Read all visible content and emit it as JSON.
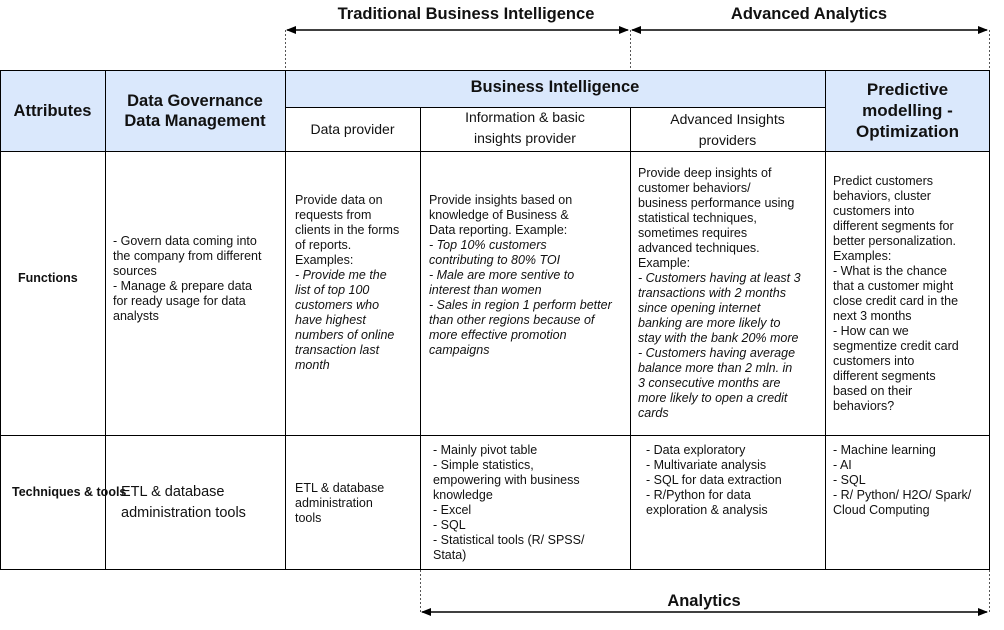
{
  "top_labels": {
    "traditional_bi": "Traditional Business Intelligence",
    "advanced_analytics": "Advanced Analytics",
    "analytics": "Analytics"
  },
  "colors": {
    "header_fill": "#dae8fc",
    "border": "#000000",
    "dashed": "#555555"
  },
  "headers": {
    "attributes": "Attributes",
    "governance": [
      "Data Governance",
      "Data Management"
    ],
    "business_intelligence": "Business Intelligence",
    "predictive": [
      "Predictive",
      "modelling -",
      "Optimization"
    ],
    "data_provider": "Data provider",
    "info_provider": [
      "Information & basic",
      "insights provider"
    ],
    "advanced_providers": [
      "Advanced Insights",
      "providers"
    ]
  },
  "rows": {
    "functions": {
      "label": "Functions",
      "governance": [
        {
          "t": "- Govern data coming into"
        },
        {
          "t": "the company from different"
        },
        {
          "t": "sources"
        },
        {
          "t": "- Manage & prepare data"
        },
        {
          "t": "for ready usage for data"
        },
        {
          "t": "analysts"
        }
      ],
      "data_provider": [
        {
          "t": "Provide data on"
        },
        {
          "t": "requests from"
        },
        {
          "t": "clients in the forms"
        },
        {
          "t": "of reports."
        },
        {
          "t": "Examples:"
        },
        {
          "t": "- Provide me the",
          "i": true
        },
        {
          "t": "list of top 100",
          "i": true
        },
        {
          "t": "customers who",
          "i": true
        },
        {
          "t": "have highest",
          "i": true
        },
        {
          "t": "numbers of online",
          "i": true
        },
        {
          "t": "transaction last",
          "i": true
        },
        {
          "t": "month",
          "i": true
        }
      ],
      "info_provider": [
        {
          "t": "Provide insights based on"
        },
        {
          "t": "knowledge of Business &"
        },
        {
          "t": "Data reporting. Example:"
        },
        {
          "t": "- Top 10% customers",
          "i": true
        },
        {
          "t": "contributing to 80% TOI",
          "i": true
        },
        {
          "t": "- Male are more sentive to",
          "i": true
        },
        {
          "t": "interest than women",
          "i": true
        },
        {
          "t": "- Sales in region 1 perform better",
          "i": true
        },
        {
          "t": "than other regions because of",
          "i": true
        },
        {
          "t": "more effective promotion",
          "i": true
        },
        {
          "t": "campaigns",
          "i": true
        }
      ],
      "advanced_providers": [
        {
          "t": "Provide deep insights of"
        },
        {
          "t": "customer behaviors/"
        },
        {
          "t": "business performance using"
        },
        {
          "t": "statistical techniques,"
        },
        {
          "t": "sometimes requires"
        },
        {
          "t": "advanced techniques."
        },
        {
          "t": "Example:"
        },
        {
          "t": "- Customers having at least 3",
          "i": true
        },
        {
          "t": "transactions with 2 months",
          "i": true
        },
        {
          "t": "since opening internet",
          "i": true
        },
        {
          "t": "banking are more likely to",
          "i": true
        },
        {
          "t": "stay with the bank 20% more",
          "i": true
        },
        {
          "t": "- Customers having average",
          "i": true
        },
        {
          "t": "balance more than 2 mln. in",
          "i": true
        },
        {
          "t": "3 consecutive months are",
          "i": true
        },
        {
          "t": "more likely to open a credit",
          "i": true
        },
        {
          "t": "cards",
          "i": true
        }
      ],
      "predictive": [
        {
          "t": "Predict customers"
        },
        {
          "t": "behaviors, cluster"
        },
        {
          "t": "customers into"
        },
        {
          "t": "different segments for"
        },
        {
          "t": "better personalization."
        },
        {
          "t": "Examples:"
        },
        {
          "t": "- What is the chance"
        },
        {
          "t": "that a customer might"
        },
        {
          "t": "close credit card in the"
        },
        {
          "t": "next 3 months"
        },
        {
          "t": "- How can we"
        },
        {
          "t": "segmentize credit card"
        },
        {
          "t": "customers into"
        },
        {
          "t": "different segments"
        },
        {
          "t": "based on their"
        },
        {
          "t": "behaviors?"
        }
      ]
    },
    "techniques": {
      "label": [
        "Techniques",
        "& tools"
      ],
      "governance": [
        "ETL & database",
        "administration tools"
      ],
      "data_provider": [
        {
          "t": "ETL & database"
        },
        {
          "t": "administration"
        },
        {
          "t": "tools"
        }
      ],
      "info_provider": [
        {
          "t": "- Mainly pivot table"
        },
        {
          "t": "- Simple statistics,"
        },
        {
          "t": "empowering with business"
        },
        {
          "t": "knowledge"
        },
        {
          "t": "- Excel"
        },
        {
          "t": "- SQL"
        },
        {
          "t": "- Statistical tools (R/ SPSS/"
        },
        {
          "t": "Stata)"
        }
      ],
      "advanced_providers": [
        {
          "t": "- Data exploratory"
        },
        {
          "t": "- Multivariate analysis"
        },
        {
          "t": "- SQL for data extraction"
        },
        {
          "t": "- R/Python for data"
        },
        {
          "t": "exploration & analysis"
        }
      ],
      "predictive": [
        {
          "t": "- Machine learning"
        },
        {
          "t": " - AI"
        },
        {
          "t": "- SQL"
        },
        {
          "t": "- R/ Python/ H2O/ Spark/"
        },
        {
          "t": "Cloud Computing"
        }
      ]
    }
  }
}
